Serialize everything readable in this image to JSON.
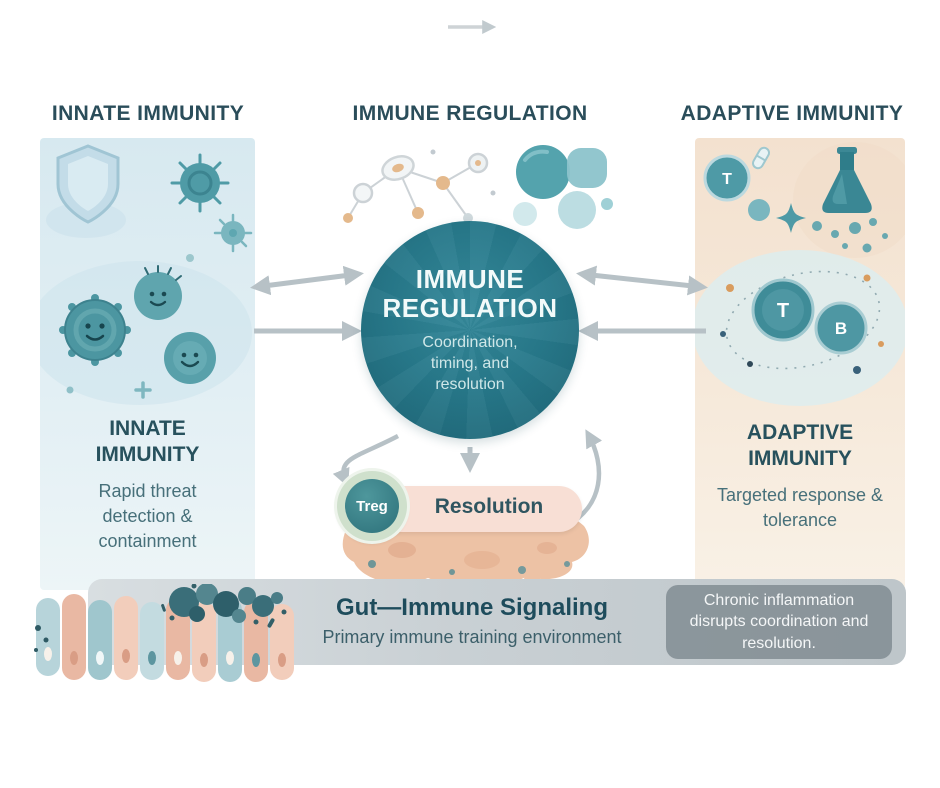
{
  "headers": {
    "innate": "INNATE IMMUNITY",
    "regulation": "IMMUNE REGULATION",
    "adaptive": "ADAPTIVE IMMUNITY"
  },
  "center_circle": {
    "title": "IMMUNE REGULATION",
    "subtitle": "Coordination, timing, and resolution"
  },
  "panels": {
    "innate": {
      "title": "INNATE IMMUNITY",
      "description": "Rapid threat detection & containment"
    },
    "adaptive": {
      "title": "ADAPTIVE IMMUNITY",
      "description": "Targeted response & tolerance"
    }
  },
  "resolution_loop": {
    "treg_label": "Treg",
    "resolution_label": "Resolution"
  },
  "gut_band": {
    "title": "Gut—Immune Signaling",
    "subtitle": "Primary immune training environment",
    "note": "Chronic inflammation disrupts coordination and resolution."
  },
  "icon_labels": {
    "t_cell_small": "T",
    "t_cell": "T",
    "b_cell": "B"
  },
  "icons": {
    "shield-icon": "shield shape",
    "virus-icon": "spiked sphere",
    "innate-cells-icon": "macrophage blobs with faces",
    "molecule-network-icon": "connected nodes",
    "cytokine-cluster-icon": "teal blob cluster",
    "t-cell-icon": "circle labeled T",
    "b-cell-icon": "circle labeled B",
    "flask-icon": "erlenmeyer flask with droplets",
    "pill-icon": "capsule",
    "star-icon": "four-point star",
    "gut-villi-icon": "alternating epithelial columns",
    "microbiota-icon": "dark teal microbe cluster"
  },
  "colors": {
    "heading": "#2a4d5a",
    "circle_teal": "#27788a",
    "panel_blue": "#dcecf2",
    "panel_peach": "#f4e3d1",
    "arrow_gray": "#b7c1c6",
    "pink_band": "#f8dfd5",
    "salmon_blob": "#edc2a5",
    "band_gray": "#ccd3d6",
    "note_box": "#7d888e"
  }
}
